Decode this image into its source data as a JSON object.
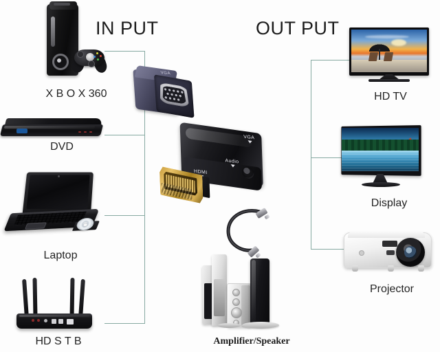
{
  "diagram": {
    "title_input": "IN PUT",
    "title_output": "OUT PUT",
    "line_color": "#86a9a1",
    "background": "#fdfdfd"
  },
  "inputs": [
    {
      "label": "X B O X 360",
      "icon": "game-console-icon"
    },
    {
      "label": "DVD",
      "icon": "dvd-player-icon"
    },
    {
      "label": "Laptop",
      "icon": "laptop-icon"
    },
    {
      "label": "HD S T B",
      "icon": "router-icon"
    }
  ],
  "outputs": [
    {
      "label": "HD TV",
      "icon": "television-icon"
    },
    {
      "label": "Display",
      "icon": "monitor-icon"
    },
    {
      "label": "Projector",
      "icon": "projector-icon"
    }
  ],
  "audio_branch": {
    "label": "Amplifier/Speaker",
    "icon": "speaker-system-icon"
  },
  "adapter": {
    "port_labels": {
      "vga": "VGA",
      "audio": "Audio",
      "hdmi": "HDMI"
    },
    "vga_port_mark": "VGA",
    "icon": "hdmi-to-vga-adapter-icon"
  },
  "cable": {
    "icon": "audio-cable-icon"
  }
}
